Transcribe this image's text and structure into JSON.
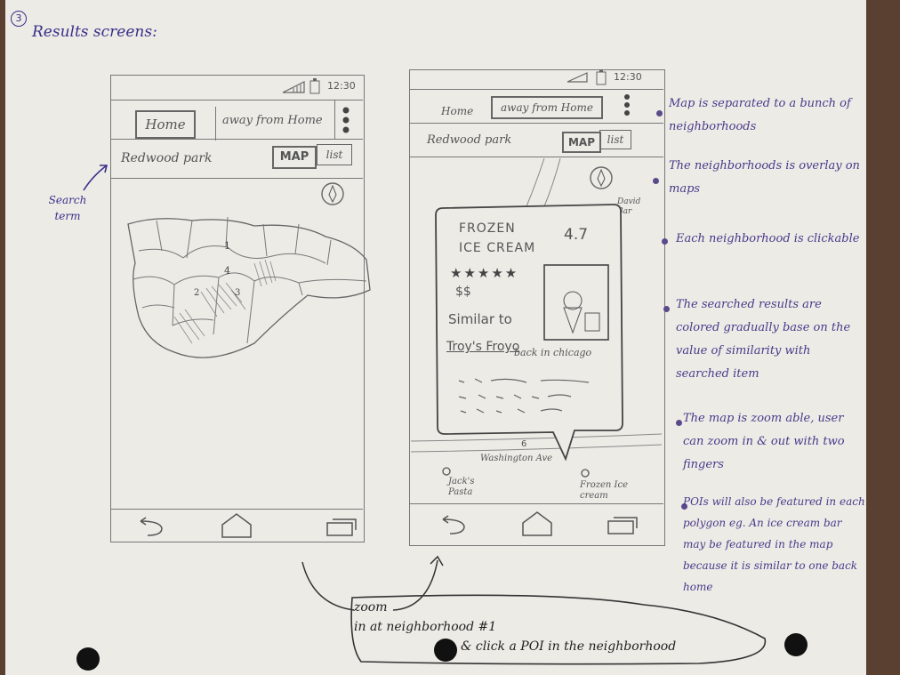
{
  "page": {
    "section_number": "3",
    "title": "Results screens:"
  },
  "annotation": {
    "search_term": "Search term"
  },
  "phone1": {
    "time": "12:30",
    "tabs": {
      "home": "Home",
      "away": "away from Home"
    },
    "search": {
      "query": "Redwood park",
      "map": "MAP",
      "list": "list"
    },
    "map": {
      "numbers": [
        "1",
        "2",
        "3",
        "4"
      ]
    }
  },
  "phone2": {
    "time": "12:30",
    "tabs": {
      "home": "Home",
      "away": "away from Home"
    },
    "search": {
      "query": "Redwood park",
      "map": "MAP",
      "list": "list"
    },
    "map": {
      "top_poi": "David Bar",
      "street": "Washington Ave",
      "poi_left": "Jack's Pasta",
      "poi_right": "Frozen Ice cream",
      "marker_num": "6"
    },
    "popup": {
      "name_line1": "FROZEN",
      "name_line2": "ICE CREAM",
      "rating": "4.7",
      "stars": "★★★★★",
      "price": "$$",
      "similar_label": "Similar to",
      "similar_place": "Troy's Froyo",
      "similar_location": "back in chicago"
    }
  },
  "zoom_note": {
    "line1": "zoom",
    "line2": "in at neighborhood #1",
    "line3": "& click a POI in the neighborhood"
  },
  "notes": [
    "Map is separated to a bunch of neighborhoods",
    "The neighborhoods is overlay on maps",
    "Each neighborhood is clickable",
    "The searched results are colored gradually base on the value of similarity with searched item",
    "The map is zoom able, user can zoom in & out with two fingers",
    "POIs will also be featured in each polygon eg. An ice cream bar may be featured in the map because it is similar to one back home"
  ]
}
